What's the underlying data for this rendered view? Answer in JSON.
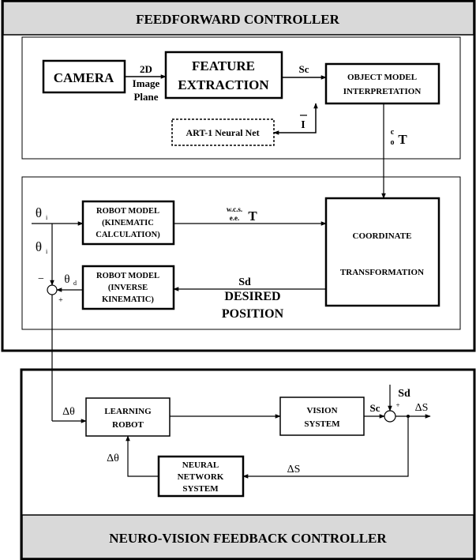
{
  "feedforward": {
    "title": "FEEDFORWARD  CONTROLLER",
    "camera": "CAMERA",
    "image_plane": [
      "2D",
      "Image",
      "Plane"
    ],
    "feature_extraction": [
      "FEATURE",
      "EXTRACTION"
    ],
    "sc": "Sc",
    "object_model": [
      "OBJECT MODEL",
      "INTERPRETATION"
    ],
    "art_net": "ART-1 Neural Net",
    "i_vec": "I",
    "cT_main": "T",
    "cT_sup": "c",
    "cT_sub": "o",
    "theta_i": "θ",
    "theta_i_sub": "i",
    "robot_model_kin": [
      "ROBOT MODEL",
      "(KINEMATIC",
      "CALCULATION)"
    ],
    "wcs": "w.c.s.",
    "ee": "e.e.",
    "wcs_T": "T",
    "coord": [
      "COORDINATE",
      "TRANSFORMATION"
    ],
    "robot_model_inv": [
      "ROBOT MODEL",
      "(INVERSE",
      "KINEMATIC)"
    ],
    "theta_d": "θ",
    "theta_d_sub": "d",
    "minus": "−",
    "plus": "+",
    "sd": "Sd",
    "desired": [
      "DESIRED",
      "POSITION"
    ]
  },
  "feedback": {
    "title": "NEURO-VISION FEEDBACK CONTROLLER",
    "delta_theta": "Δθ",
    "learning_robot": [
      "LEARNING",
      "ROBOT"
    ],
    "vision_system": [
      "VISION",
      "SYSTEM"
    ],
    "sc": "Sc",
    "sd": "Sd",
    "plus": "+",
    "delta_s": "ΔS",
    "neural_net": [
      "NEURAL",
      "NETWORK",
      "SYSTEM"
    ]
  }
}
